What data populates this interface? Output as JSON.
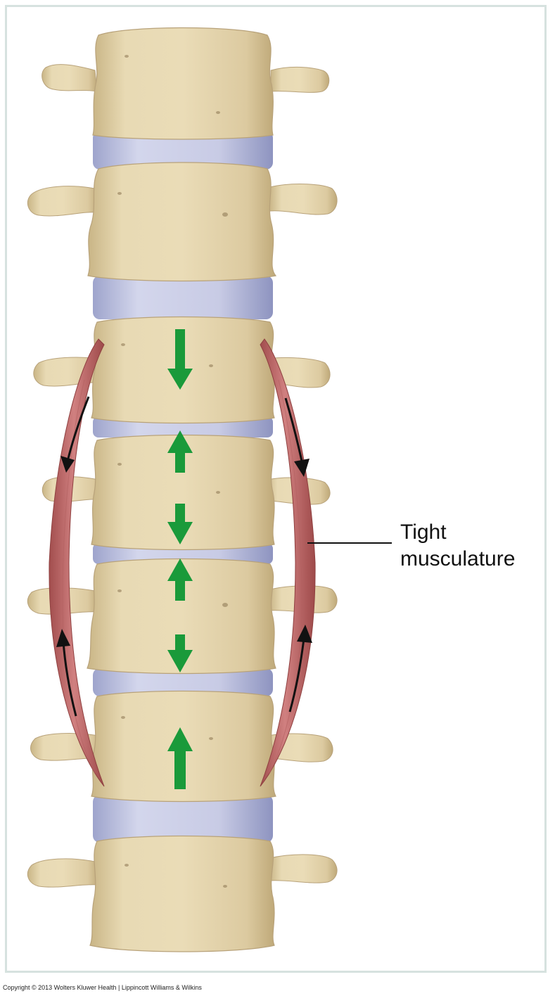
{
  "diagram": {
    "label_line1": "Tight",
    "label_line2": "musculature",
    "copyright": "Copyright © 2013 Wolters Kluwer Health | Lippincott Williams & Wilkins"
  },
  "colors": {
    "bone": "#e3d3a9",
    "bone_shadow": "#c9b586",
    "disc": "#c3c7e2",
    "disc_shadow": "#9ea4cc",
    "muscle": "#c6706d",
    "muscle_dark": "#a24e4e",
    "arrow_green": "#1a9a3a",
    "arrow_black": "#111111",
    "frame": "#d6e2df"
  },
  "icons": [
    "vertebra-icon",
    "intervertebral-disc-icon",
    "compression-arrow-icon",
    "muscle-icon",
    "tension-arrow-icon"
  ]
}
